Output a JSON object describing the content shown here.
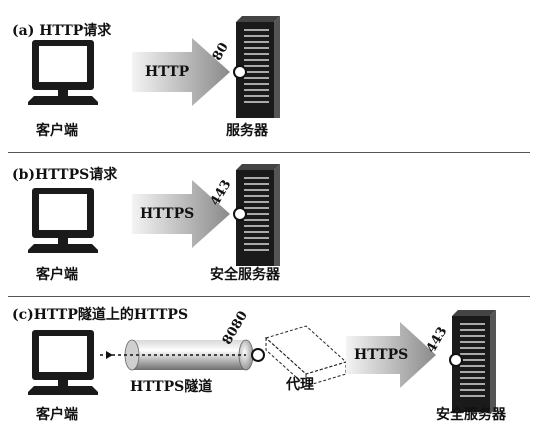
{
  "panel_a": {
    "title": "(a) HTTP请求",
    "client_label": "客户端",
    "arrow_label": "HTTP",
    "port": "80",
    "server_label": "服务器"
  },
  "panel_b": {
    "title": "(b)HTTPS请求",
    "client_label": "客户端",
    "arrow_label": "HTTPS",
    "port": "443",
    "server_label": "安全服务器"
  },
  "panel_c": {
    "title": "(c)HTTP隧道上的HTTPS",
    "client_label": "客户端",
    "tunnel_label": "HTTPS隧道",
    "proxy_port": "8080",
    "proxy_label": "代理",
    "arrow_label": "HTTPS",
    "port": "443",
    "server_label": "安全服务器"
  },
  "colors": {
    "ink": "#111111",
    "arrow_light": "#f2f2f2",
    "arrow_dark": "#8a8a8a",
    "divider": "#555555"
  }
}
